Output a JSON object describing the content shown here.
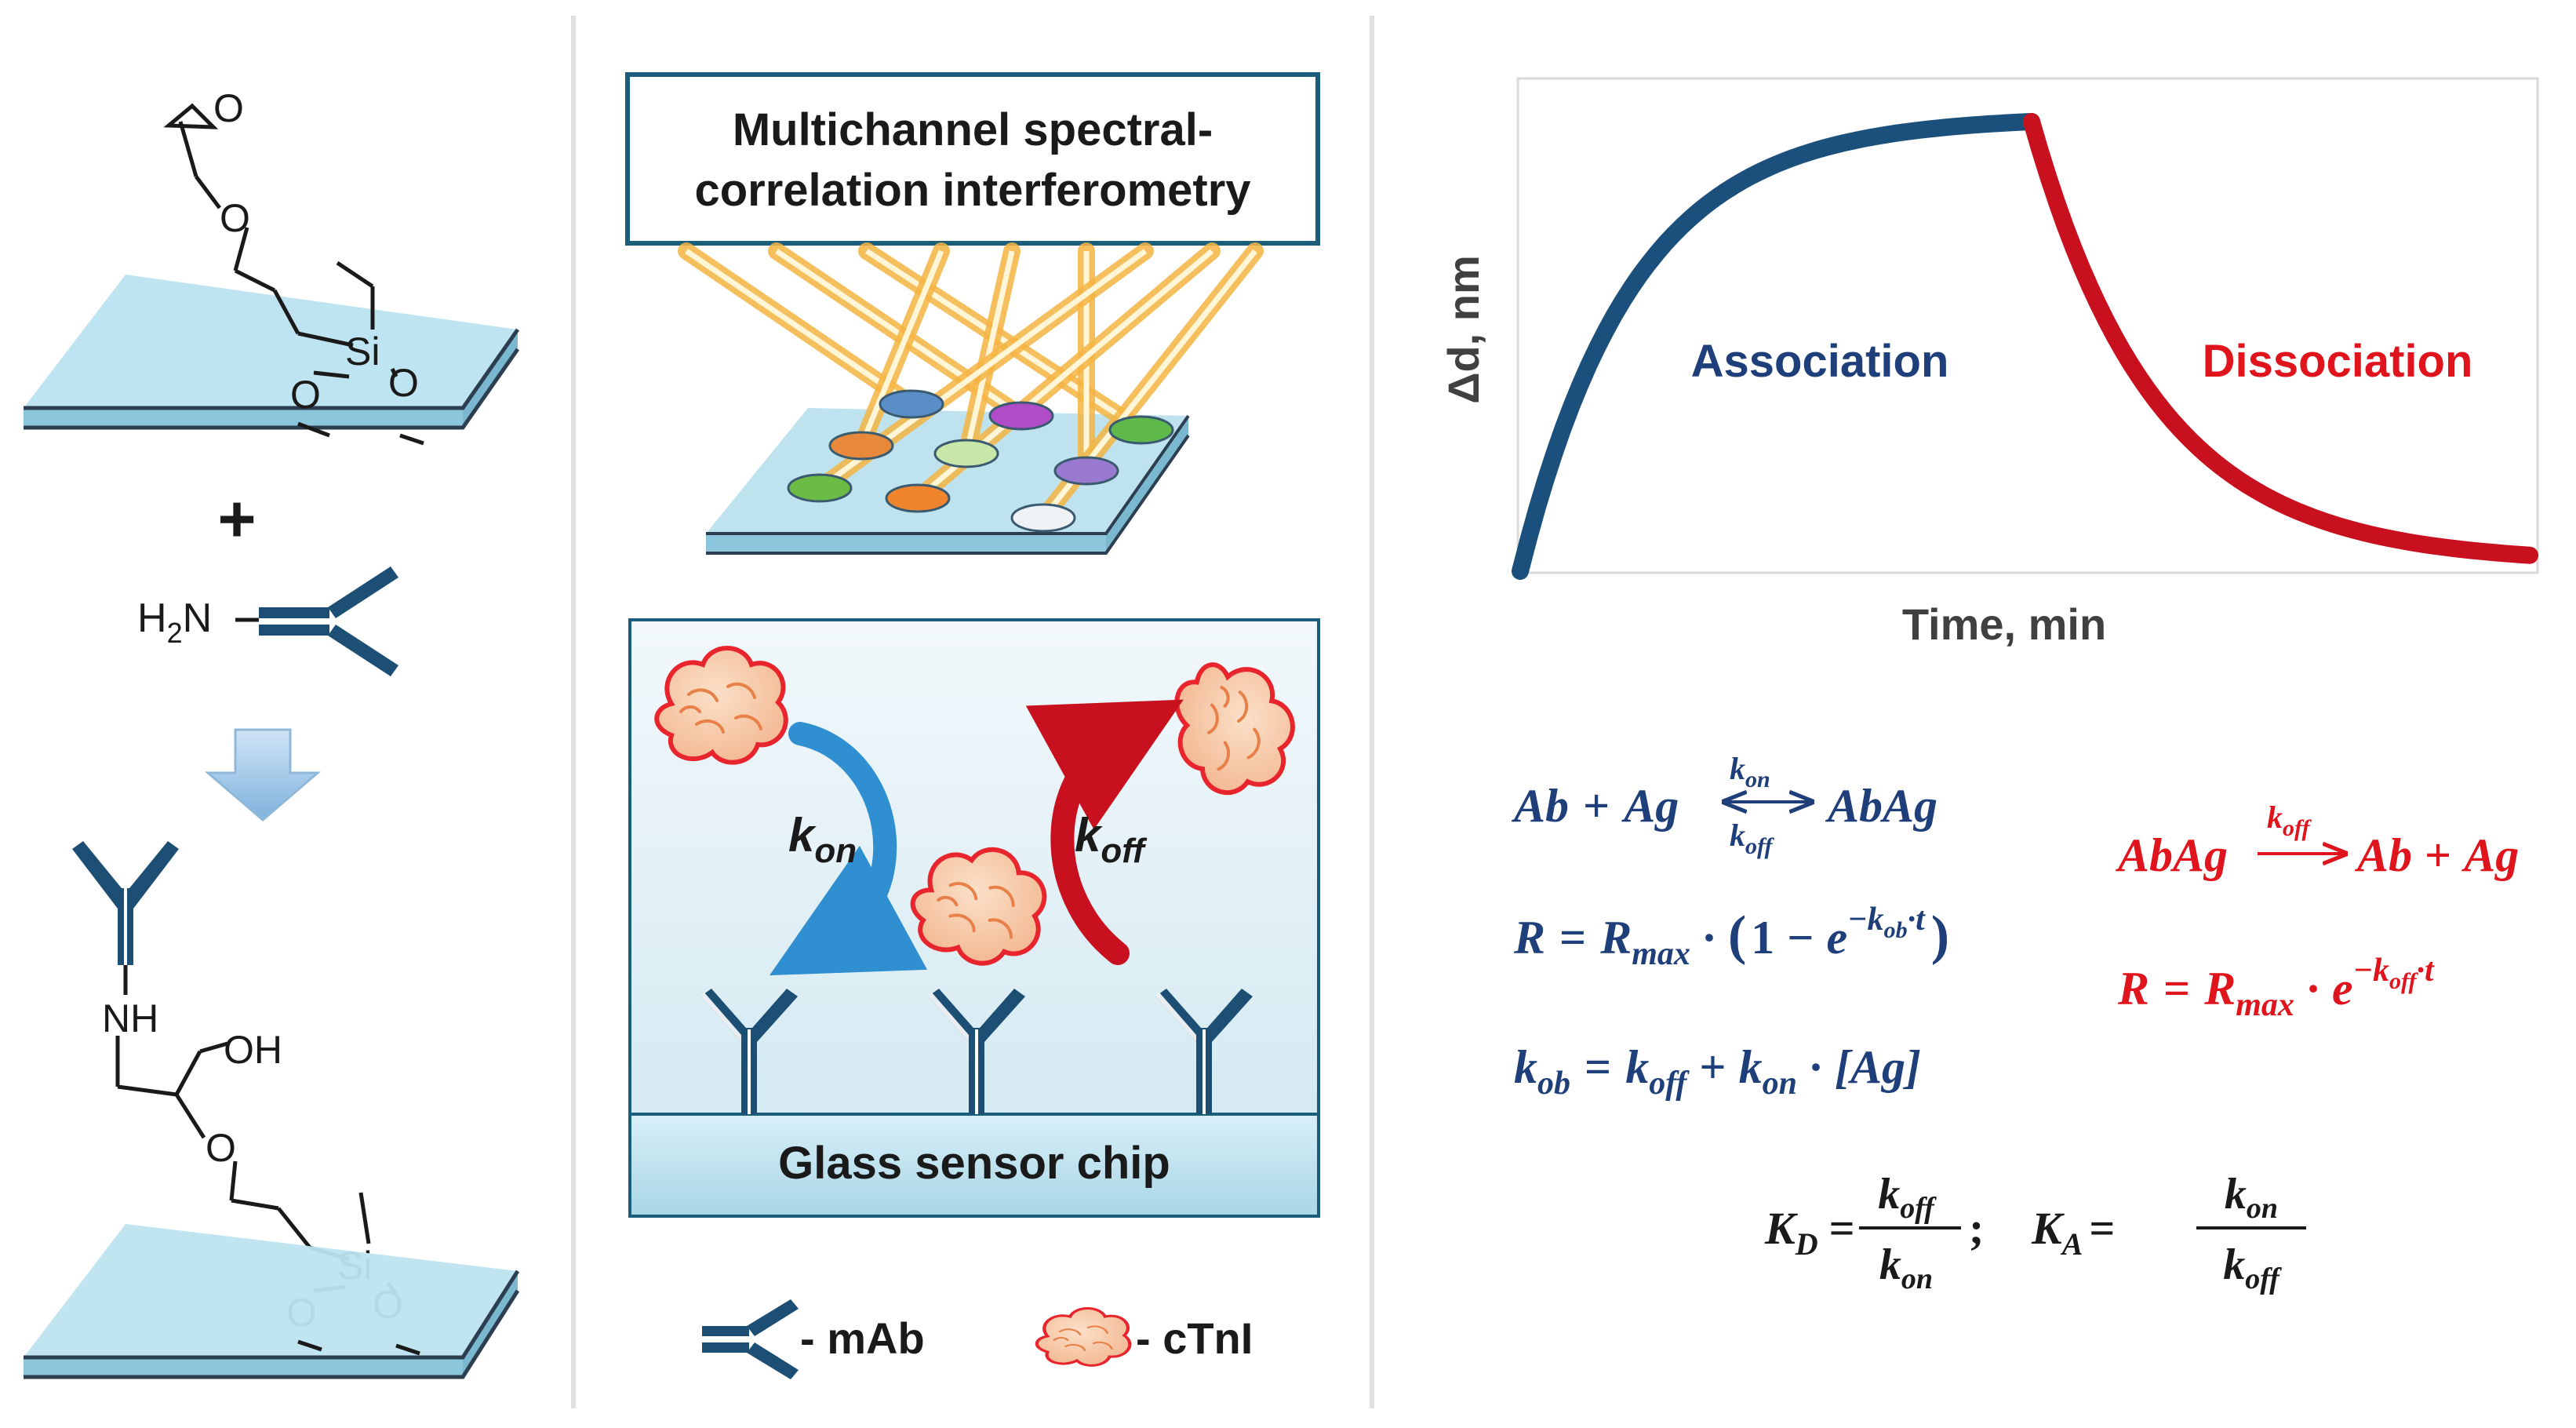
{
  "left_panel": {
    "atom_o_epoxide": "O",
    "atom_o_ether": "O",
    "atom_si": "Si",
    "atom_o_si1": "O",
    "atom_o_si2": "O",
    "plus_sign": "+",
    "amine_label": "H",
    "amine_sub": "2",
    "amine_n": "N",
    "product_nh": "NH",
    "product_oh": "OH",
    "product_o_ether": "O",
    "product_si": "Si",
    "product_o1": "O",
    "product_o2": "O"
  },
  "middle_panel": {
    "title_line1": "Multichannel spectral-",
    "title_line2": "correlation interferometry",
    "k_on_label": "k",
    "k_on_sub": "on",
    "k_off_label": "k",
    "k_off_sub": "off",
    "chip_label": "Glass sensor chip",
    "legend_mab": "- mAb",
    "legend_ctni": "- cTnI",
    "spot_colors": [
      "#5a8ec8",
      "#b04cc8",
      "#5fb84a",
      "#e8883a",
      "#c8e6a8",
      "#9a7ad0",
      "#6cbb44",
      "#f0852e",
      "#eef2f4"
    ]
  },
  "chart_data": {
    "type": "line",
    "xlabel": "Time, min",
    "ylabel": "Δd, nm",
    "series": [
      {
        "name": "Association",
        "color": "#1b4f7c",
        "phase": "association"
      },
      {
        "name": "Dissociation",
        "color": "#c8101e",
        "phase": "dissociation"
      }
    ]
  },
  "equations": {
    "eq1": {
      "ab": "Ab",
      "plus": "+",
      "ag": "Ag",
      "k_on": "k",
      "k_on_sub": "on",
      "k_off": "k",
      "k_off_sub": "off",
      "product": "AbAg"
    },
    "eq2": {
      "r": "R",
      "eq": "=",
      "rmax": "R",
      "rmax_sub": "max",
      "dot": "·",
      "paren_open": "(",
      "one": "1",
      "minus": "−",
      "e": "e",
      "exponent": "−k",
      "exponent_sub": "ob",
      "exponent_tail": "·t",
      "paren_close": ")"
    },
    "eq3": {
      "k_ob": "k",
      "k_ob_sub": "ob",
      "eq": "=",
      "k_off": "k",
      "k_off_sub": "off",
      "plus": "+",
      "k_on": "k",
      "k_on_sub": "on",
      "dot": "·",
      "ag": "[Ag]"
    },
    "eq4": {
      "product": "AbAg",
      "k_off": "k",
      "k_off_sub": "off",
      "ab": "Ab",
      "plus": "+",
      "ag": "Ag"
    },
    "eq5": {
      "r": "R",
      "eq": "=",
      "rmax": "R",
      "rmax_sub": "max",
      "dot": "·",
      "e": "e",
      "exponent": "−k",
      "exponent_sub": "off",
      "exponent_tail": "·t"
    },
    "eq6": {
      "kd": "K",
      "kd_sub": "D",
      "eq": "=",
      "num": "k",
      "num_sub": "off",
      "den": "k",
      "den_sub": "on",
      "sep": ";",
      "ka": "K",
      "ka_sub": "A",
      "eq2": "=",
      "num2": "k",
      "num2_sub": "on",
      "den2": "k",
      "den2_sub": "off"
    }
  }
}
